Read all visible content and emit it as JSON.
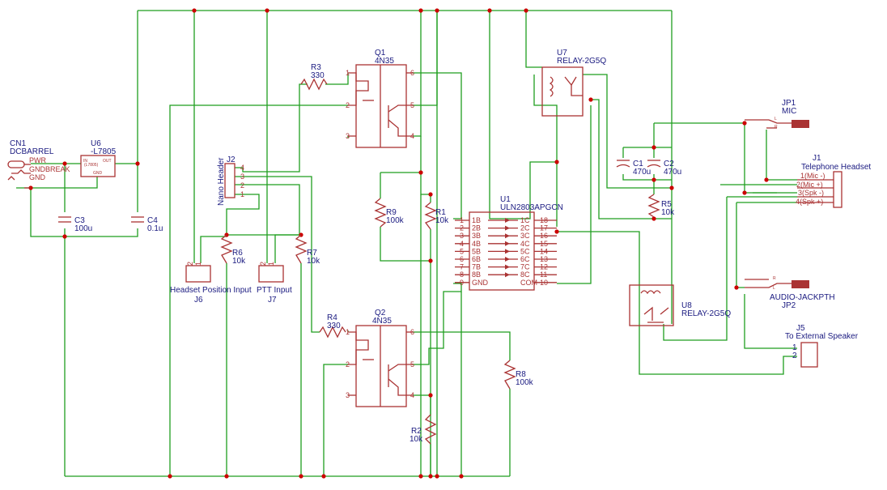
{
  "components": {
    "cn1": {
      "ref": "CN1",
      "value": "DCBARREL",
      "pins": [
        "PWR",
        "GNDBREAK",
        "GND"
      ]
    },
    "u6": {
      "ref": "U6",
      "value": "-L7805",
      "pin_in": "IN",
      "pin_out": "OUT",
      "pin_gnd": "GND",
      "pin_label": "(L7805)"
    },
    "c3": {
      "ref": "C3",
      "value": "100u"
    },
    "c4": {
      "ref": "C4",
      "value": "0.1u"
    },
    "j2": {
      "ref": "J2",
      "value": "Nano Header",
      "pins": [
        "4",
        "3",
        "2",
        "1"
      ]
    },
    "r3": {
      "ref": "R3",
      "value": "330"
    },
    "q1": {
      "ref": "Q1",
      "value": "4N35",
      "pins": [
        "1",
        "2",
        "3",
        "6",
        "5",
        "4"
      ]
    },
    "u7": {
      "ref": "U7",
      "value": "RELAY-2G5Q"
    },
    "jp1": {
      "ref": "JP1",
      "value": "MIC",
      "pin_l": "L",
      "pin_r": "R"
    },
    "c1": {
      "ref": "C1",
      "value": "470u"
    },
    "c2": {
      "ref": "C2",
      "value": "470u"
    },
    "j1": {
      "ref": "J1",
      "value": "Telephone Headset",
      "pins": [
        "1(Mic -)",
        "2(Mic +)",
        "3(Spk -)",
        "4(Spk +)"
      ]
    },
    "r5": {
      "ref": "R5",
      "value": "10k"
    },
    "r9": {
      "ref": "R9",
      "value": "100k"
    },
    "r1": {
      "ref": "R1",
      "value": "10k"
    },
    "u1": {
      "ref": "U1",
      "value": "ULN2803APGCN",
      "left_pins": [
        "1",
        "2",
        "3",
        "4",
        "5",
        "6",
        "7",
        "8",
        "9"
      ],
      "left_names": [
        "1B",
        "2B",
        "3B",
        "4B",
        "5B",
        "6B",
        "7B",
        "8B",
        "GND"
      ],
      "right_pins": [
        "18",
        "17",
        "16",
        "15",
        "14",
        "13",
        "12",
        "11",
        "10"
      ],
      "right_names": [
        "1C",
        "2C",
        "3C",
        "4C",
        "5C",
        "6C",
        "7C",
        "8C",
        "COM"
      ]
    },
    "r6": {
      "ref": "R6",
      "value": "10k"
    },
    "r7": {
      "ref": "R7",
      "value": "10k"
    },
    "j6": {
      "ref": "J6",
      "value": "Headset Position Input",
      "pins": [
        "2",
        "1"
      ]
    },
    "j7": {
      "ref": "J7",
      "value": "PTT Input",
      "pins": [
        "2",
        "1"
      ]
    },
    "u8": {
      "ref": "U8",
      "value": "RELAY-2G5Q"
    },
    "jp2": {
      "ref": "JP2",
      "value": "AUDIO-JACKPTH",
      "pin_r": "R",
      "pin_l": "L"
    },
    "j5": {
      "ref": "J5",
      "value": "To External Speaker",
      "pins": [
        "1",
        "2"
      ]
    },
    "r4": {
      "ref": "R4",
      "value": "330"
    },
    "q2": {
      "ref": "Q2",
      "value": "4N35",
      "pins": [
        "1",
        "2",
        "3",
        "6",
        "5",
        "4"
      ]
    },
    "r8": {
      "ref": "R8",
      "value": "100k"
    },
    "r2": {
      "ref": "R2",
      "value": "10k"
    }
  },
  "colors": {
    "wire": "#1f9e1f",
    "part": "#aa3333",
    "label": "#1a1a80",
    "junction": "#cc0000"
  }
}
